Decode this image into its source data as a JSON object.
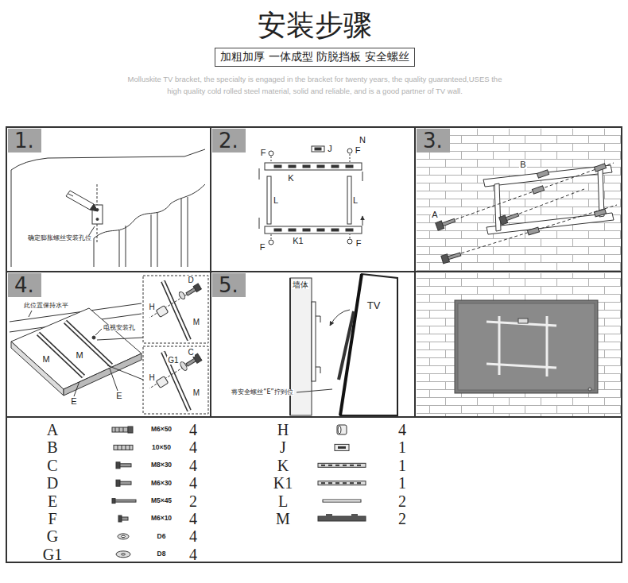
{
  "diagram": {
    "title": "安装步骤",
    "nodes": [
      {
        "text": [
          "加粗加厚 一体成型 防脱挡板 安全螺丝"
        ]
      },
      {
        "text": [
          "1."
        ]
      },
      {
        "text": [
          "2."
        ]
      },
      {
        "text": [
          "3."
        ]
      },
      {
        "text": [
          "4."
        ]
      },
      {
        "text": [
          "5."
        ]
      }
    ],
    "labels": [
      "Molluskite TV bracket, the specialty is engaged in the bracket for twenty years, the quality guaranteed,USES the high quality cold rolled steel material, solid and reliable, and is a good partner of TV wall.",
      "确定膨胀螺丝安装孔位",
      "F",
      "J",
      "N",
      "F",
      "K",
      "L",
      "L",
      "K1",
      "F",
      "F",
      "B",
      "A",
      "此位置保持水平",
      "电视安装孔",
      "M",
      "M",
      "E",
      "E",
      "D",
      "H",
      "M",
      "C",
      "G1",
      "H",
      "M",
      "墙体",
      "TV",
      "将安全螺丝“E”拧到位",
      "A",
      "M6×50",
      "4",
      "B",
      "10×50",
      "4",
      "C",
      "M8×30",
      "4",
      "D",
      "M6×30",
      "4",
      "E",
      "M5×45",
      "2",
      "F",
      "M6×10",
      "4",
      "G",
      "D6",
      "4",
      "G1",
      "D8",
      "4",
      "H",
      "4",
      "J",
      "1",
      "K",
      "1",
      "K1",
      "1",
      "L",
      "2",
      "M",
      "2"
    ]
  }
}
